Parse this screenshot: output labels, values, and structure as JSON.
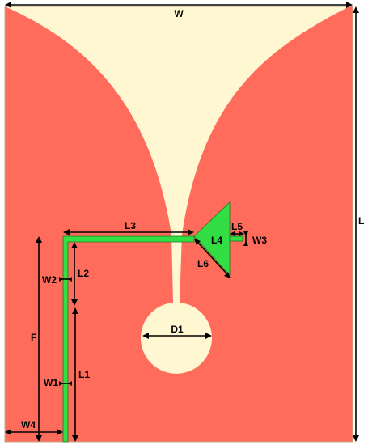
{
  "labels": {
    "w": "W",
    "l": "L",
    "l1": "L1",
    "l2": "L2",
    "l3": "L3",
    "l4": "L4",
    "l5": "L5",
    "l6": "L6",
    "w1": "W1",
    "w2": "W2",
    "w3": "W3",
    "w4": "W4",
    "f": "F",
    "d1": "D1"
  },
  "colors": {
    "ground_plane": "#FF6C5C",
    "slot": "#FFF6D2",
    "feed_line": "#33DD44",
    "dimension_lines": "#000000"
  }
}
